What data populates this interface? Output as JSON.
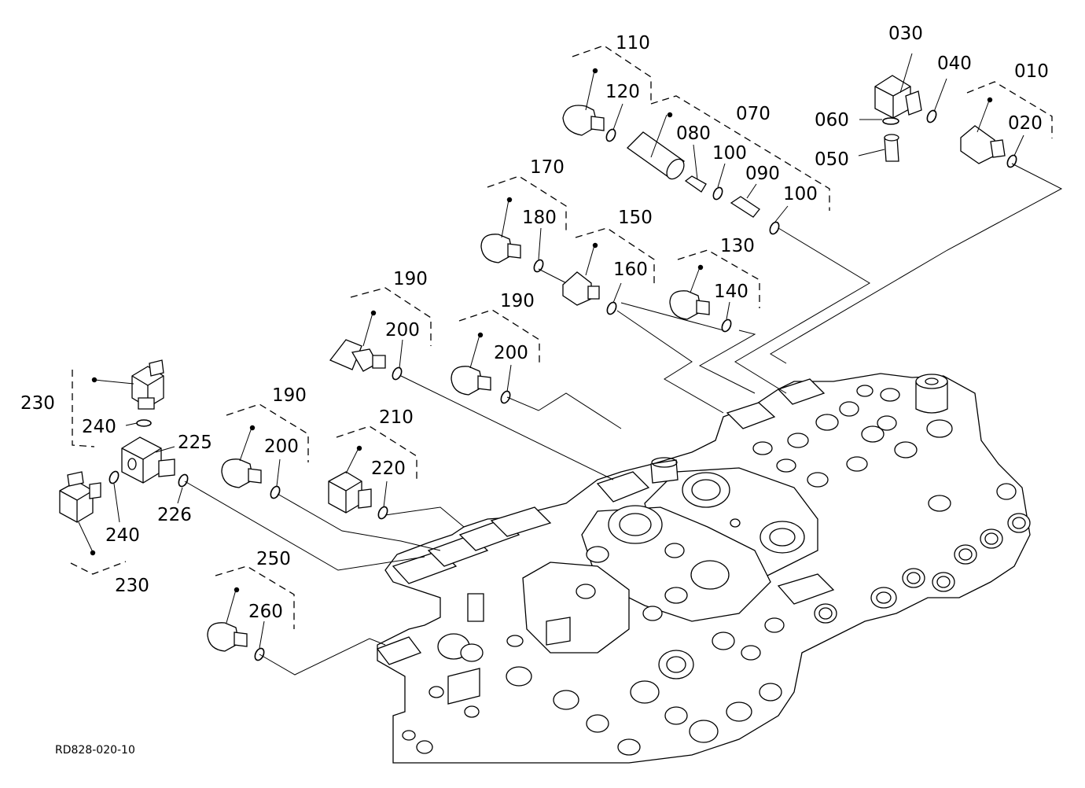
{
  "diagram_code": "RD828-020-10",
  "callouts": [
    {
      "id": "010",
      "text": "010"
    },
    {
      "id": "020",
      "text": "020"
    },
    {
      "id": "030",
      "text": "030"
    },
    {
      "id": "040",
      "text": "040"
    },
    {
      "id": "050",
      "text": "050"
    },
    {
      "id": "060",
      "text": "060"
    },
    {
      "id": "070",
      "text": "070"
    },
    {
      "id": "080",
      "text": "080"
    },
    {
      "id": "090",
      "text": "090"
    },
    {
      "id": "100a",
      "text": "100"
    },
    {
      "id": "100b",
      "text": "100"
    },
    {
      "id": "110",
      "text": "110"
    },
    {
      "id": "120",
      "text": "120"
    },
    {
      "id": "130",
      "text": "130"
    },
    {
      "id": "140",
      "text": "140"
    },
    {
      "id": "150",
      "text": "150"
    },
    {
      "id": "160",
      "text": "160"
    },
    {
      "id": "170",
      "text": "170"
    },
    {
      "id": "180",
      "text": "180"
    },
    {
      "id": "190a",
      "text": "190"
    },
    {
      "id": "200a",
      "text": "200"
    },
    {
      "id": "190b",
      "text": "190"
    },
    {
      "id": "200b",
      "text": "200"
    },
    {
      "id": "190c",
      "text": "190"
    },
    {
      "id": "200c",
      "text": "200"
    },
    {
      "id": "210",
      "text": "210"
    },
    {
      "id": "220",
      "text": "220"
    },
    {
      "id": "225",
      "text": "225"
    },
    {
      "id": "226",
      "text": "226"
    },
    {
      "id": "230a",
      "text": "230"
    },
    {
      "id": "230b",
      "text": "230"
    },
    {
      "id": "240a",
      "text": "240"
    },
    {
      "id": "240b",
      "text": "240"
    },
    {
      "id": "250",
      "text": "250"
    },
    {
      "id": "260",
      "text": "260"
    }
  ]
}
